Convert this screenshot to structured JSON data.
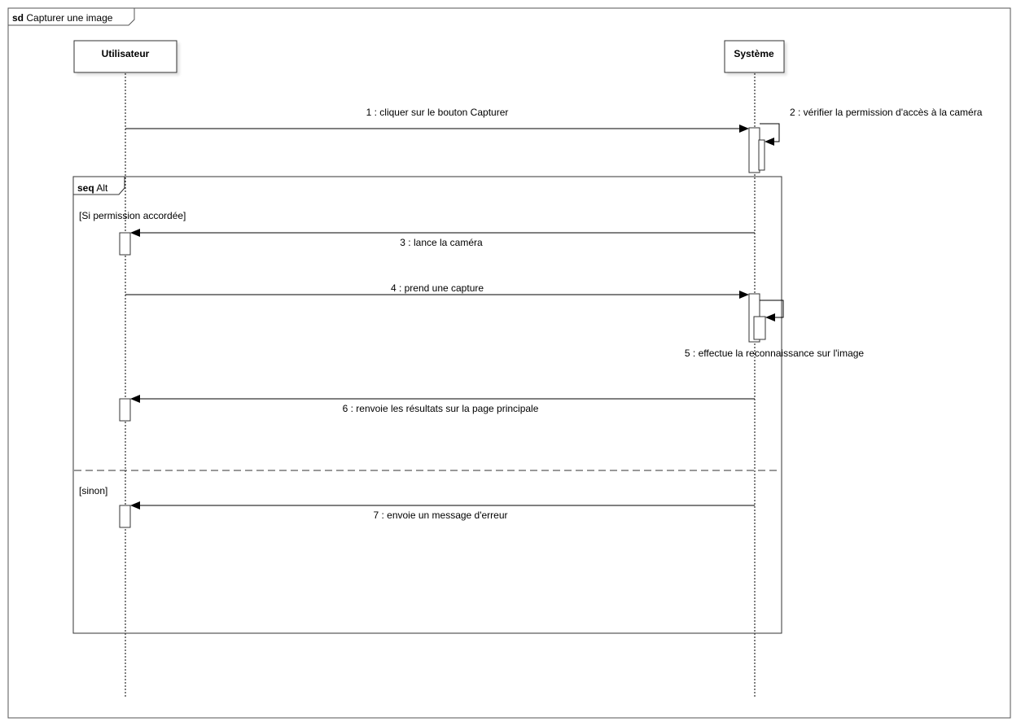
{
  "frame": {
    "keyword": "sd",
    "title": "Capturer une image"
  },
  "lifelines": [
    {
      "id": "user",
      "name": "Utilisateur"
    },
    {
      "id": "system",
      "name": "Système"
    }
  ],
  "fragment": {
    "keyword": "seq",
    "operator": "Alt"
  },
  "guards": {
    "first": "[Si permission accordée]",
    "second": "[sinon]"
  },
  "messages": [
    {
      "label": "1 : cliquer sur le bouton Capturer",
      "from": "user",
      "to": "system"
    },
    {
      "label": "2 : vérifier la permission d'accès à la caméra",
      "from": "system",
      "to": "system"
    },
    {
      "label": "3 : lance la caméra",
      "from": "system",
      "to": "user"
    },
    {
      "label": "4 : prend une capture",
      "from": "user",
      "to": "system"
    },
    {
      "label": "5 : effectue la reconnaissance sur l'image",
      "from": "system",
      "to": "system"
    },
    {
      "label": "6 : renvoie les résultats sur la page principale",
      "from": "system",
      "to": "user"
    },
    {
      "label": "7 : envoie un message d'erreur",
      "from": "system",
      "to": "user"
    }
  ]
}
